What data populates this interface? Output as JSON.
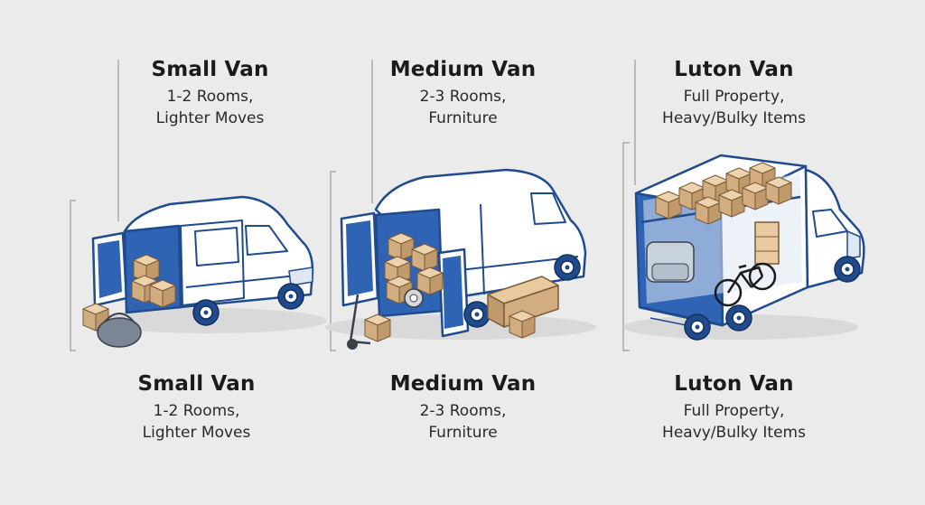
{
  "vans": [
    {
      "title": "Small Van",
      "line1": "1-2 Rooms,",
      "line2": "Lighter Moves"
    },
    {
      "title": "Medium Van",
      "line1": "2-3 Rooms,",
      "line2": "Furniture"
    },
    {
      "title": "Luton Van",
      "line1": "Full Property,",
      "line2": "Heavy/Bulky Items"
    }
  ],
  "colors": {
    "background": "#ebebeb",
    "van_body": "#ffffff",
    "outline": "#1f4b8e",
    "interior": "#2f63b4",
    "cardboard": "#dcb98f",
    "bracket": "#9a9a9a"
  }
}
